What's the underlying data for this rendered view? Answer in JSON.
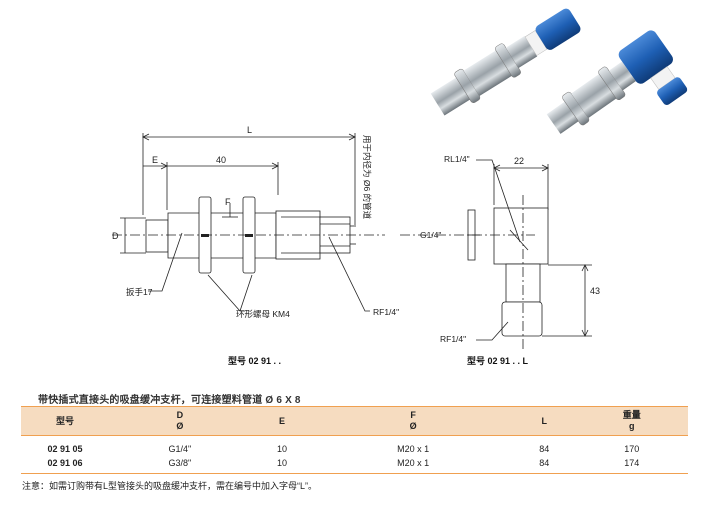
{
  "drawing_labels": {
    "L": "L",
    "E": "E",
    "forty": "40",
    "F": "F",
    "D": "D",
    "tube_note": "用于内径为 Ø6 的管道",
    "wrench": "扳手17",
    "nut": "环形螺母 KM4",
    "rf_right": "RF1/4\"",
    "rl": "RL1/4\"",
    "twentytwo": "22",
    "g14": "G1/4\"",
    "fortythree": "43",
    "rf_bottom": "RF1/4\""
  },
  "captions": {
    "straight": "型号 02 91 . .",
    "elbow": "型号 02 91 . . L"
  },
  "table": {
    "title": "带快插式直接头的吸盘缓冲支杆，可连接塑料管道 Ø 6 X 8",
    "headers": [
      {
        "top": "型号",
        "bottom": ""
      },
      {
        "top": "D",
        "bottom": "Ø"
      },
      {
        "top": "E",
        "bottom": ""
      },
      {
        "top": "F",
        "bottom": "Ø"
      },
      {
        "top": "L",
        "bottom": ""
      },
      {
        "top": "重量",
        "bottom": "g"
      }
    ],
    "rows": [
      {
        "model": "02 91 05",
        "d": "G1/4\"",
        "e": "10",
        "f": "M20 x 1",
        "l": "84",
        "weight": "170"
      },
      {
        "model": "02 91 06",
        "d": "G3/8\"",
        "e": "10",
        "f": "M20 x 1",
        "l": "84",
        "weight": "174"
      }
    ]
  },
  "note": "注意：如需订购带有L型管接头的吸盘缓冲支杆，需在编号中加入字母“L”。",
  "colors": {
    "accent": "#f0a050",
    "header_bg": "#f6dcc0",
    "photo_blue": "#1e5fb4"
  }
}
